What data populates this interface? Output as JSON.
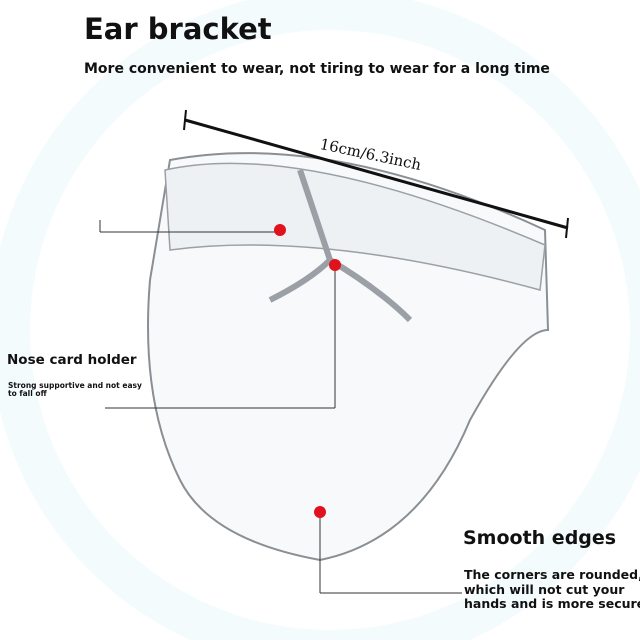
{
  "header": {
    "title": "Ear bracket",
    "subtitle": "More convenient to wear, not tiring to wear for a long time"
  },
  "dimension": {
    "label": "16cm/6.3inch"
  },
  "nose_holder": {
    "title": "Nose card holder",
    "description": "Strong supportive and not easy to fall off"
  },
  "smooth_edges": {
    "title": "Smooth edges",
    "lines": [
      "The corners are rounded,",
      "which will not cut your",
      "hands and is more secure"
    ]
  },
  "colors": {
    "marker": "#e0121b",
    "background_ring": "#dff2f7"
  }
}
